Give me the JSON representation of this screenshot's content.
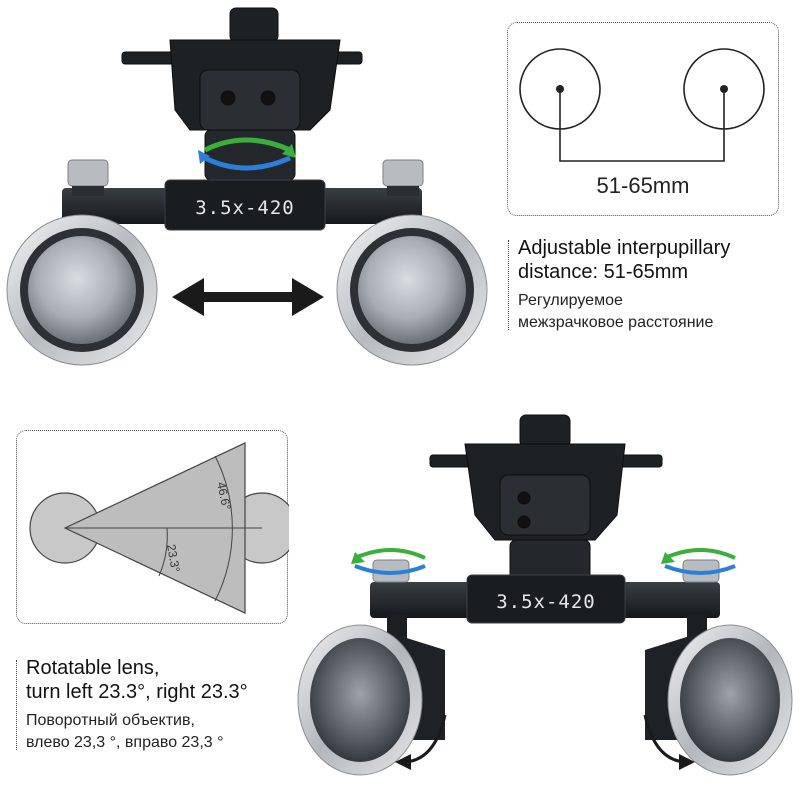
{
  "ipd": {
    "range_label": "51-65mm",
    "title_en_line1": "Adjustable interpupillary",
    "title_en_line2": "distance: 51-65mm",
    "title_ru_line1": "Регулируемое",
    "title_ru_line2": "межзрачковое расстояние"
  },
  "product": {
    "plate_label_top": "3.5x-420",
    "plate_label_bottom": "3.5x-420"
  },
  "rotation": {
    "angle_outer": "46.6°",
    "angle_inner": "23.3°",
    "title_en_line1": "Rotatable lens,",
    "title_en_line2": "turn left 23.3°, right 23.3°",
    "title_ru_line1": "Поворотный объектив,",
    "title_ru_line2": "влево 23,3 °, вправо 23,3 °"
  },
  "colors": {
    "arrow_blue": "#2a7fd8",
    "arrow_green": "#3cae3c",
    "metal_dark": "#1f2326",
    "silver": "#c9ccd0"
  }
}
